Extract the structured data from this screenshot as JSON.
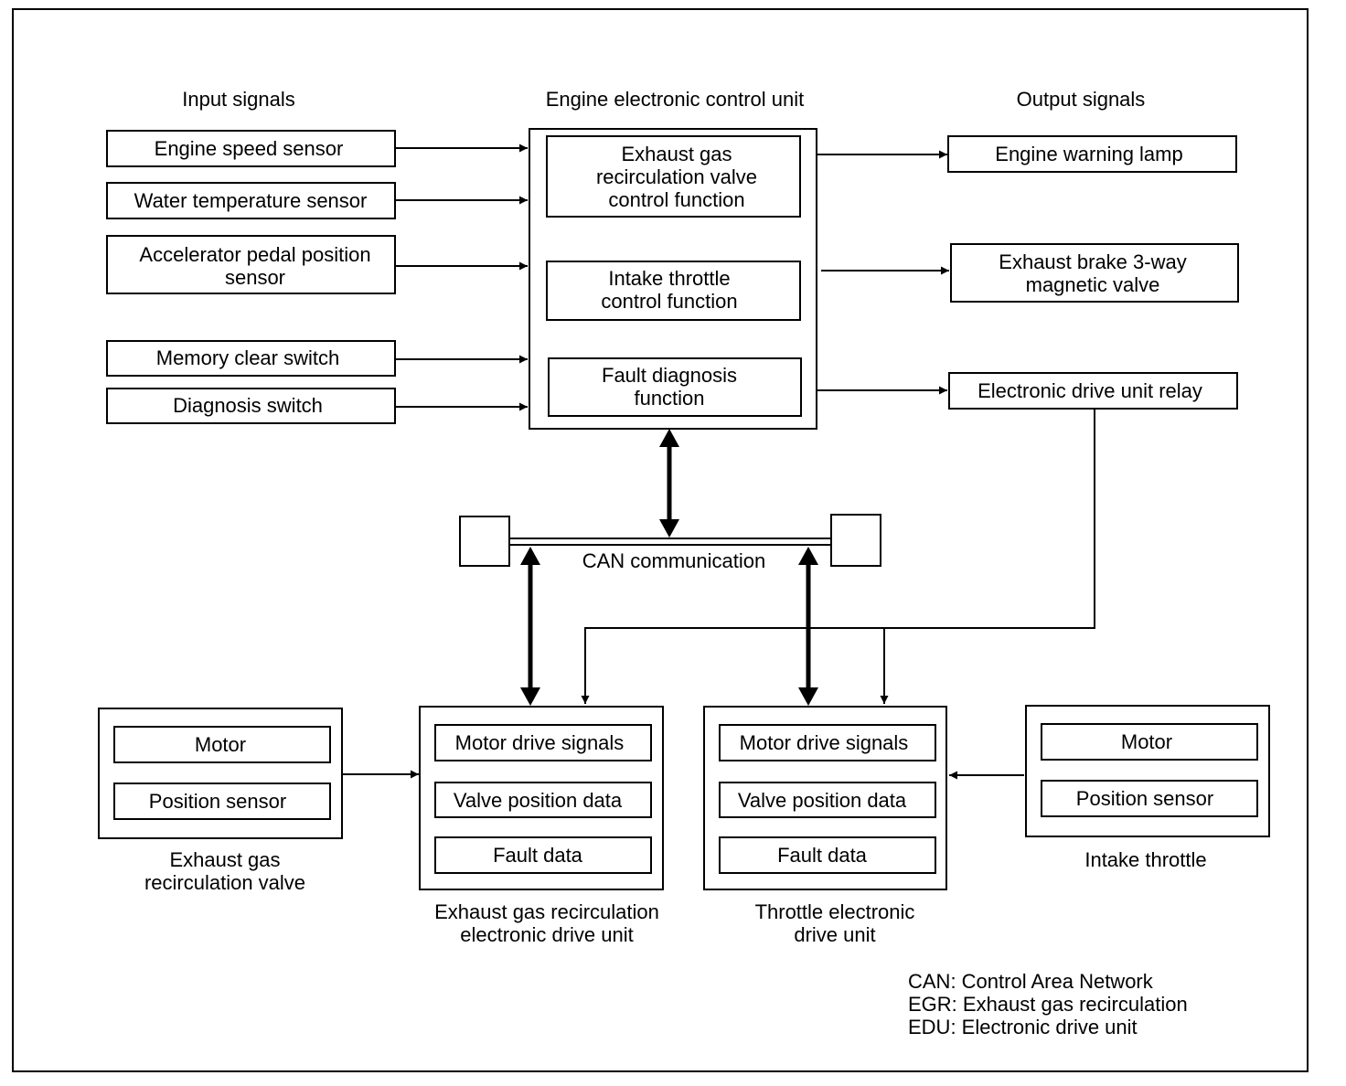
{
  "headers": {
    "inputs": "Input signals",
    "ecu": "Engine electronic control unit",
    "outputs": "Output signals"
  },
  "inputs": [
    [
      "Engine speed sensor"
    ],
    [
      "Water temperature sensor"
    ],
    [
      "Accelerator pedal position",
      "sensor"
    ],
    [
      "Memory clear switch"
    ],
    [
      "Diagnosis switch"
    ]
  ],
  "ecu_functions": [
    [
      "Exhaust gas",
      "recirculation valve",
      "control function"
    ],
    [
      "Intake throttle",
      "control function"
    ],
    [
      "Fault diagnosis",
      "function"
    ]
  ],
  "outputs": [
    [
      "Engine warning lamp"
    ],
    [
      "Exhaust brake 3-way",
      "magnetic valve"
    ],
    [
      "Electronic drive unit relay"
    ]
  ],
  "can": {
    "label": "CAN communication"
  },
  "egr_valve": {
    "items": [
      "Motor",
      "Position sensor"
    ],
    "label": [
      "Exhaust gas",
      "recirculation valve"
    ]
  },
  "egr_edu": {
    "items": [
      "Motor drive signals",
      "Valve position data",
      "Fault data"
    ],
    "label": [
      "Exhaust gas recirculation",
      "electronic drive unit"
    ]
  },
  "throttle_edu": {
    "items": [
      "Motor drive signals",
      "Valve position data",
      "Fault data"
    ],
    "label": [
      "Throttle electronic",
      "drive unit"
    ]
  },
  "intake_throttle": {
    "items": [
      "Motor",
      "Position sensor"
    ],
    "label": [
      "Intake throttle"
    ]
  },
  "legend": [
    "CAN: Control Area Network",
    "EGR: Exhaust gas recirculation",
    "EDU: Electronic drive unit"
  ]
}
